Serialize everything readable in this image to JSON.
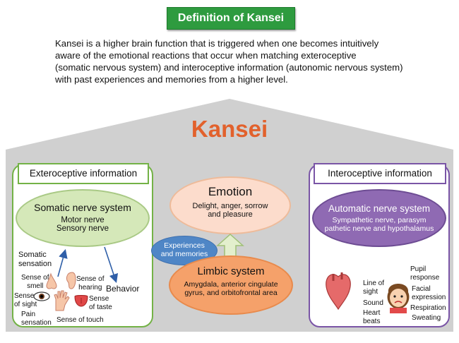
{
  "title": "Definition of Kansei",
  "intro": "Kansei is a higher brain function that is triggered when one becomes intuitively\naware of the emotional reactions that occur when matching exteroceptive\n (somatic nervous system) and interoceptive information (autonomic nervous system)\nwith past experiences and memories from a higher level.",
  "kansei": "Kansei",
  "colors": {
    "title_bg": "#2e9b3f",
    "kansei": "#e2612c",
    "house": "#d0d0d0",
    "left_border": "#73b246",
    "right_border": "#7a55a6"
  },
  "left": {
    "panel_title": "Exteroceptive information",
    "ellipse_title": "Somatic nerve system",
    "ellipse_line1": "Motor nerve",
    "ellipse_line2": "Sensory nerve",
    "somatic_sensation_1": "Somatic",
    "somatic_sensation_2": "sensation",
    "behavior": "Behavior",
    "smell_1": "Sense of",
    "smell_2": "smell",
    "hearing_1": "Sense of",
    "hearing_2": "hearing",
    "sight_1": "Sense",
    "sight_2": "of sight",
    "taste_1": "Sense",
    "taste_2": "of taste",
    "pain_1": "Pain",
    "pain_2": "sensation",
    "touch": "Sense of touch",
    "icons": [
      "nose-icon",
      "ear-icon",
      "eye-icon",
      "hand-icon",
      "tongue-icon"
    ]
  },
  "center": {
    "emotion_title": "Emotion",
    "emotion_line1": "Delight, anger, sorrow",
    "emotion_line2": "and pleasure",
    "experiences_1": "Experiences",
    "experiences_2": "and memories",
    "limbic_title": "Limbic system",
    "limbic_line1": "Amygdala, anterior cingulate",
    "limbic_line2": "gyrus, and orbitofrontal area"
  },
  "right": {
    "panel_title": "Interoceptive information",
    "ellipse_title": "Automatic nerve system",
    "ellipse_line1": "Sympathetic nerve, parasym",
    "ellipse_line2": "pathetic nerve and hypothalamus",
    "line_of_sight_1": "Line of",
    "line_of_sight_2": "sight",
    "sound": "Sound",
    "heart_1": "Heart",
    "heart_2": "beats",
    "pupil_1": "Pupil",
    "pupil_2": "response",
    "facial_1": "Facial",
    "facial_2": "expression",
    "respiration": "Respiration",
    "sweating": "Sweating",
    "icons": [
      "heart-icon",
      "face-icon"
    ]
  }
}
